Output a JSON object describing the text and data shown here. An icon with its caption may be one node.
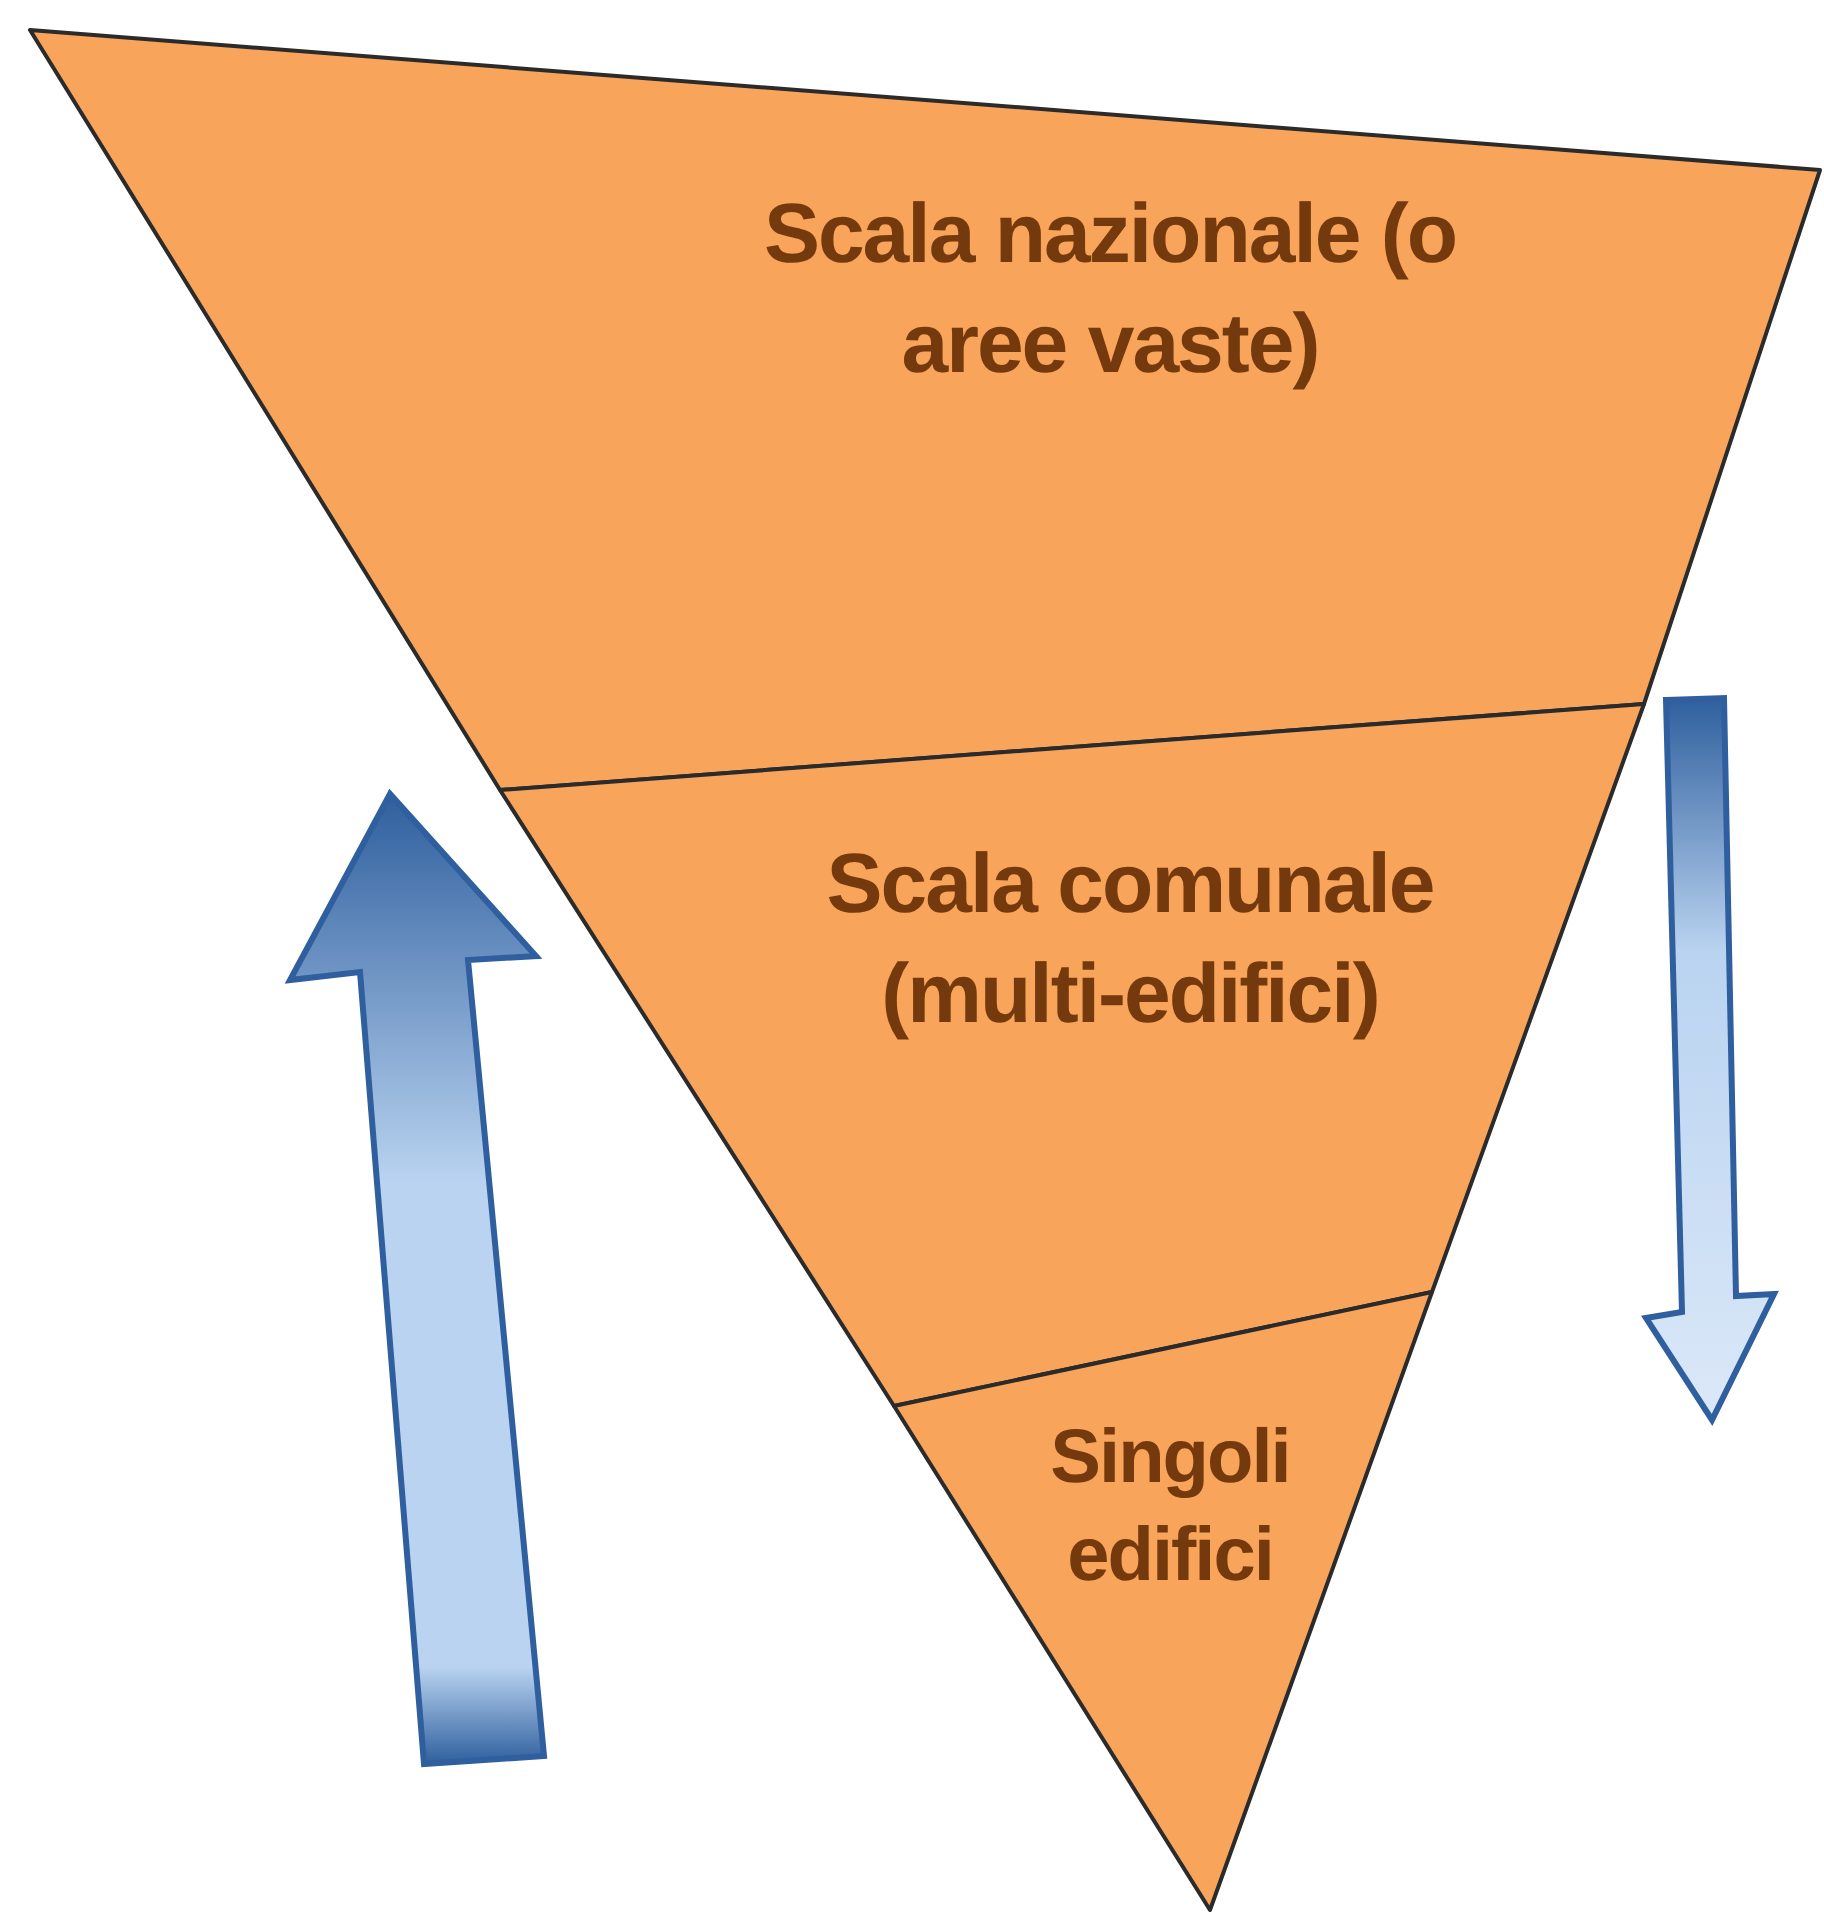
{
  "diagram": {
    "nodes": [
      {
        "text": [
          "Scala nazionale (o aree vaste)"
        ]
      },
      {
        "text": [
          "Scala comunale (multi-edifici)"
        ]
      },
      {
        "text": [
          "Singoli edifici"
        ]
      }
    ]
  }
}
